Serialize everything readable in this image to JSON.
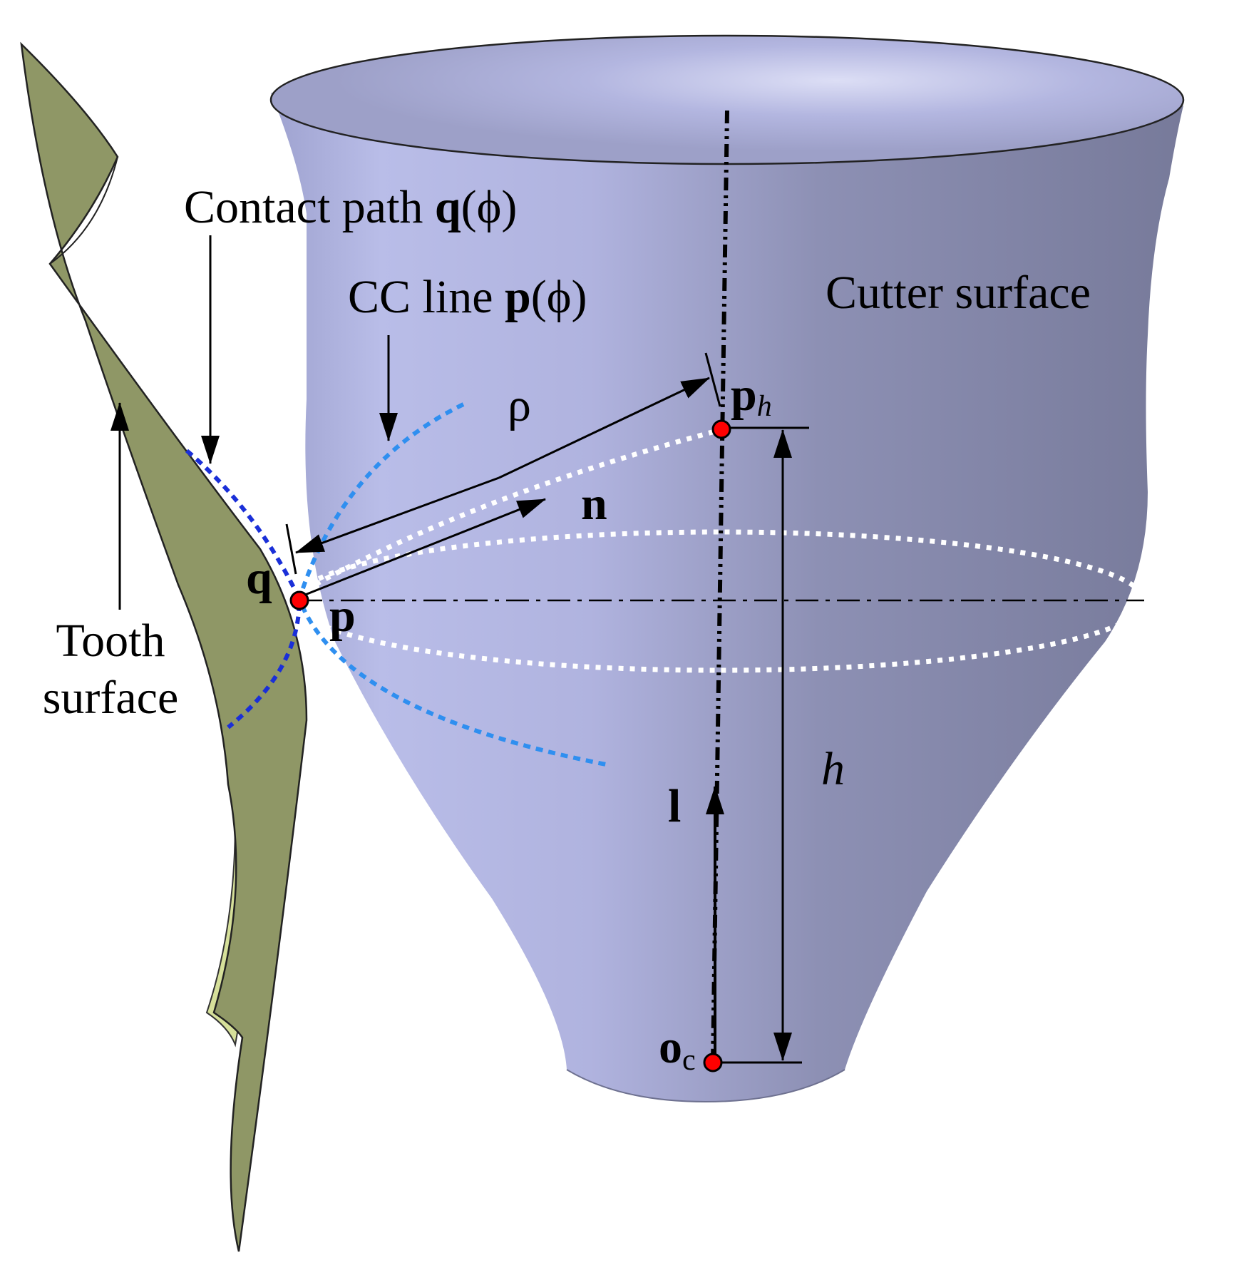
{
  "labels": {
    "contact_path_prefix": "Contact path ",
    "contact_path_bold": "q",
    "contact_path_arg": "(ϕ)",
    "cc_line_prefix": "CC line ",
    "cc_line_bold": "p",
    "cc_line_arg": "(ϕ)",
    "cutter_surface": "Cutter surface",
    "tooth_line1": "Tooth",
    "tooth_line2": "surface",
    "rho": "ρ",
    "n": "n",
    "q": "q",
    "p": "p",
    "ph_base": "p",
    "ph_sub": "h",
    "l": "l",
    "h": "h",
    "oc_base": "o",
    "oc_sub": "c"
  },
  "colors": {
    "cutter_light": "#c4c7ee",
    "cutter_dark": "#7a7d9e",
    "tooth_front": "#8f9766",
    "tooth_back": "#d6e09a",
    "contact_path": "#1a2fd8",
    "cc_line": "#2f8ff0",
    "point_fill": "#ff0000",
    "dotted_white": "#ffffff"
  }
}
